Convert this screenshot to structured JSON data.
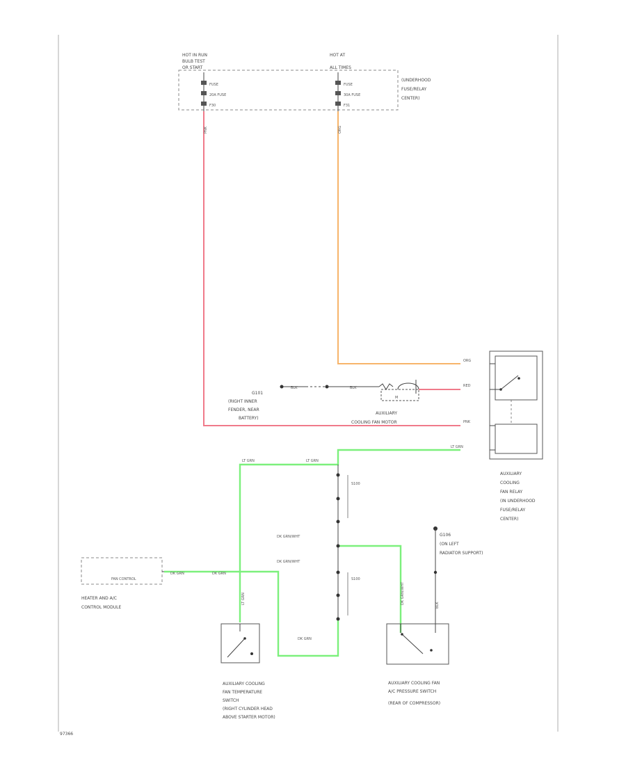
{
  "labels": {
    "fuse_left": [
      "HOT IN RUN",
      "BULB TEST",
      "OR START",
      "FUSE",
      "20A FUSE",
      "F30"
    ],
    "fuse_right": [
      "HOT AT",
      "ALL TIMES",
      "FUSE",
      "30A FUSE",
      "F31"
    ],
    "underhood_center": [
      "(UNDERHOOD",
      "FUSE/RELAY",
      "CENTER)"
    ],
    "wire_pnk": "PNK",
    "wire_org": "ORG",
    "wire_red": "RED",
    "wire_blk": "BLK",
    "wire_ltgrn": "LT GRN",
    "wire_dkgrn": "DK GRN",
    "wire_dkgrnwht": "DK GRN/WHT",
    "ground_left": [
      "G101",
      "(RIGHT INNER",
      "FENDER, NEAR",
      "BATTERY)"
    ],
    "cooling_fan_motor": [
      "AUXILIARY",
      "COOLING FAN MOTOR"
    ],
    "relay": [
      "AUXILIARY",
      "COOLING",
      "FAN RELAY",
      "(IN UNDERHOOD",
      "FUSE/RELAY",
      "CENTER)"
    ],
    "splice_top": "S100",
    "splice_bottom": "S100",
    "ground_right": [
      "G106",
      "(ON LEFT",
      "RADIATOR SUPPORT)"
    ],
    "fan_control_box": "FAN CONTROL",
    "heater_module": [
      "HEATER AND A/C",
      "CONTROL MODULE"
    ],
    "temp_switch": [
      "AUXILIARY COOLING",
      "FAN TEMPERATURE",
      "SWITCH",
      "(RIGHT CYLINDER HEAD",
      "ABOVE STARTER MOTOR)"
    ],
    "pressure_switch": [
      "AUXILIARY COOLING FAN",
      "A/C PRESSURE SWITCH",
      "(REAR OF COMPRESSOR)"
    ],
    "page_code": "97366"
  }
}
